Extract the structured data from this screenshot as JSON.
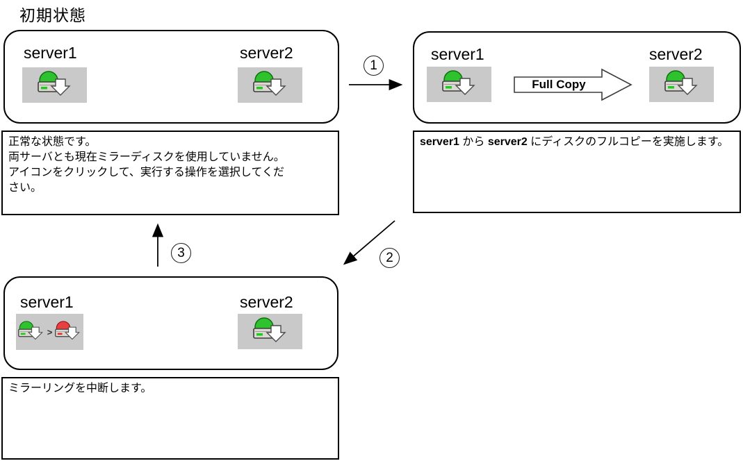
{
  "title": "初期状態",
  "boxes": {
    "initial": {
      "server1_label": "server1",
      "server2_label": "server2",
      "description_lines": [
        "正常な状態です。",
        "両サーバとも現在ミラーディスクを使用していません。",
        "アイコンをクリックして、実行する操作を選択してくだ",
        "さい。"
      ]
    },
    "full_copy": {
      "server1_label": "server1",
      "server2_label": "server2",
      "arrow_label": "Full Copy",
      "description": {
        "server_from": "server1",
        "mid1": " から ",
        "server_to": "server2",
        "mid2": " にディスクのフルコピーを実施します。"
      }
    },
    "mirror_break": {
      "server1_label": "server1",
      "server2_label": "server2",
      "separator": ">",
      "description": "ミラーリングを中断します。"
    }
  },
  "steps": {
    "one": "1",
    "two": "2",
    "three": "3"
  },
  "icons": {
    "green_disk": "mirror-disk-active-icon",
    "red_disk": "mirror-disk-error-icon"
  },
  "colors": {
    "icon_bg": "#c9c9c9",
    "green": "#2ec22e",
    "red": "#e84040",
    "outline": "#000000"
  }
}
